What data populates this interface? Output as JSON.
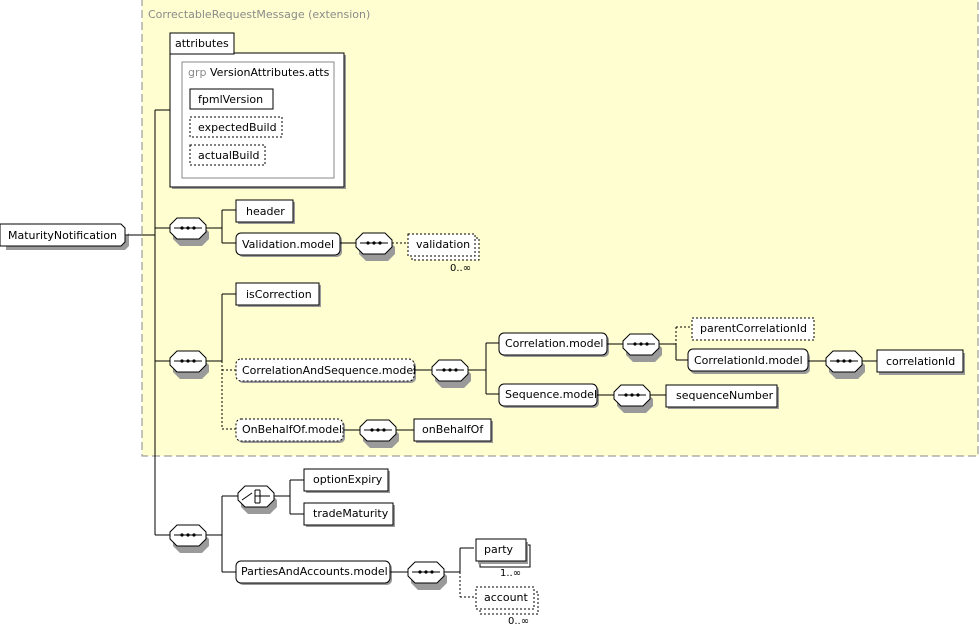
{
  "diagram": {
    "extension_label": "CorrectableRequestMessage (extension)",
    "root": "MaturityNotification",
    "attributes": {
      "tab": "attributes",
      "group_prefix": "grp",
      "group_name": "VersionAttributes.atts",
      "items": [
        "fpmlVersion",
        "expectedBuild",
        "actualBuild"
      ]
    },
    "header": "header",
    "validation_model": "Validation.model",
    "validation": "validation",
    "validation_card": "0..∞",
    "is_correction": "isCorrection",
    "correlation_and_sequence_model": "CorrelationAndSequence.model",
    "correlation_model": "Correlation.model",
    "parent_correlation_id": "parentCorrelationId",
    "correlation_id_model": "CorrelationId.model",
    "correlation_id": "correlationId",
    "sequence_model": "Sequence.model",
    "sequence_number": "sequenceNumber",
    "on_behalf_of_model": "OnBehalfOf.model",
    "on_behalf_of": "onBehalfOf",
    "option_expiry": "optionExpiry",
    "trade_maturity": "tradeMaturity",
    "parties_and_accounts_model": "PartiesAndAccounts.model",
    "party": "party",
    "party_card": "1..∞",
    "account": "account",
    "account_card": "0..∞"
  },
  "colors": {
    "extension_background": "#fffed0",
    "extension_border": "#8a8a8a"
  }
}
